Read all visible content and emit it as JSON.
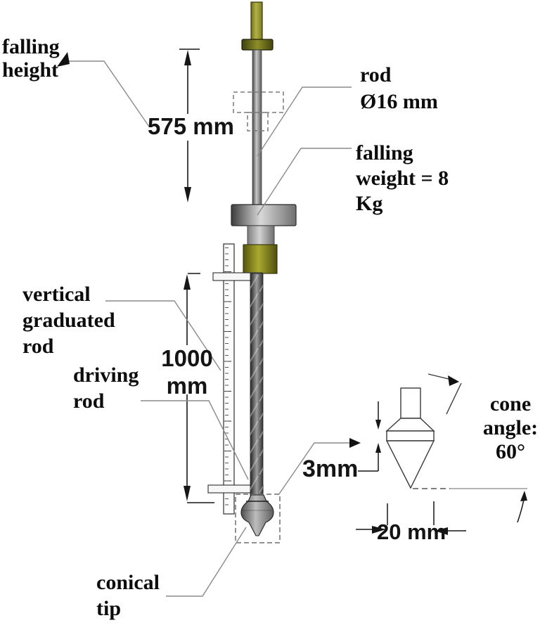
{
  "figure": {
    "type": "technical-diagram",
    "subject": "dynamic cone penetrometer apparatus with enlarged conical tip detail"
  },
  "labels": {
    "falling_height": {
      "lines": [
        "falling",
        "height"
      ]
    },
    "rod": {
      "lines": [
        "rod",
        "Ø16 mm"
      ]
    },
    "falling_weight": {
      "lines": [
        "falling",
        "weight = 8",
        "Kg"
      ]
    },
    "vertical_graduated_rod": {
      "lines": [
        "vertical",
        "graduated",
        "rod"
      ]
    },
    "driving_rod": {
      "lines": [
        "driving",
        "rod"
      ]
    },
    "conical_tip": {
      "lines": [
        "conical",
        "tip"
      ]
    },
    "cone_angle": {
      "lines": [
        "cone",
        "angle:",
        "60°"
      ]
    }
  },
  "dimensions": {
    "falling_height": "575 mm",
    "graduated_rod": {
      "lines": [
        "1000",
        "mm"
      ]
    },
    "tip_band": "3mm",
    "cone_diameter": "20 mm"
  },
  "colors": {
    "handle_olive": "#9a9a35",
    "flange_olive_dark": "#6f6f1d",
    "anvil_olive": "#8d8d24",
    "steel_light": "#c9c9c9",
    "steel_dark": "#4a4a4a",
    "dimension_line": "#1a1a1a",
    "leader_gray": "#8a8a8a",
    "background": "#ffffff"
  }
}
